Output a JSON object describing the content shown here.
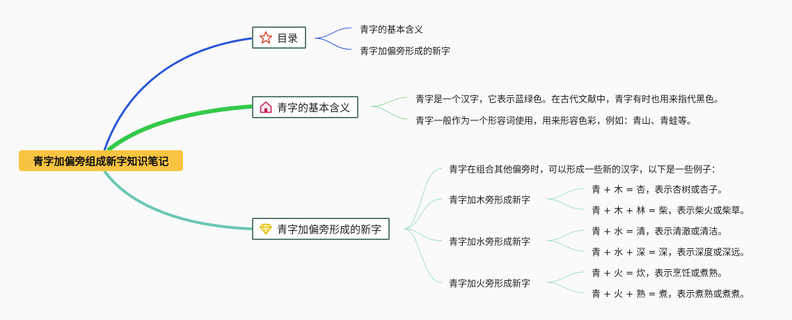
{
  "root": {
    "label": "青字加偏旁组成新字知识笔记"
  },
  "branches": [
    {
      "label": "目录",
      "icon": "star-icon",
      "color": "#2a55d8",
      "children": [
        "青字的基本含义",
        "青字加偏旁形成的新字"
      ]
    },
    {
      "label": "青字的基本含义",
      "icon": "house-icon",
      "color": "#34c94a",
      "children": [
        "青字是一个汉字，它表示蓝绿色。在古代文献中，青字有时也用来指代黑色。",
        "青字一般作为一个形容词使用，用来形容色彩，例如：青山、青蛙等。"
      ]
    },
    {
      "label": "青字加偏旁形成的新字",
      "icon": "diamond-icon",
      "color": "#6cc7b3",
      "intro": "青字在组合其他偏旁时，可以形成一些新的汉字，以下是一些例子：",
      "groups": [
        {
          "label": "青字加木旁形成新字",
          "examples": [
            "青 + 木 = 杏，表示杏树或杏子。",
            "青 + 木 + 林 = 柴，表示柴火或柴草。"
          ]
        },
        {
          "label": "青字加水旁形成新字",
          "examples": [
            "青 + 水 = 清，表示清澈或清洁。",
            "青 + 水 + 深 = 深，表示深度或深远。"
          ]
        },
        {
          "label": "青字加火旁形成新字",
          "examples": [
            "青 + 火 = 炊，表示烹饪或煮熟。",
            "青 + 火 + 熟 = 煮，表示煮熟或煮煮。"
          ]
        }
      ]
    }
  ]
}
